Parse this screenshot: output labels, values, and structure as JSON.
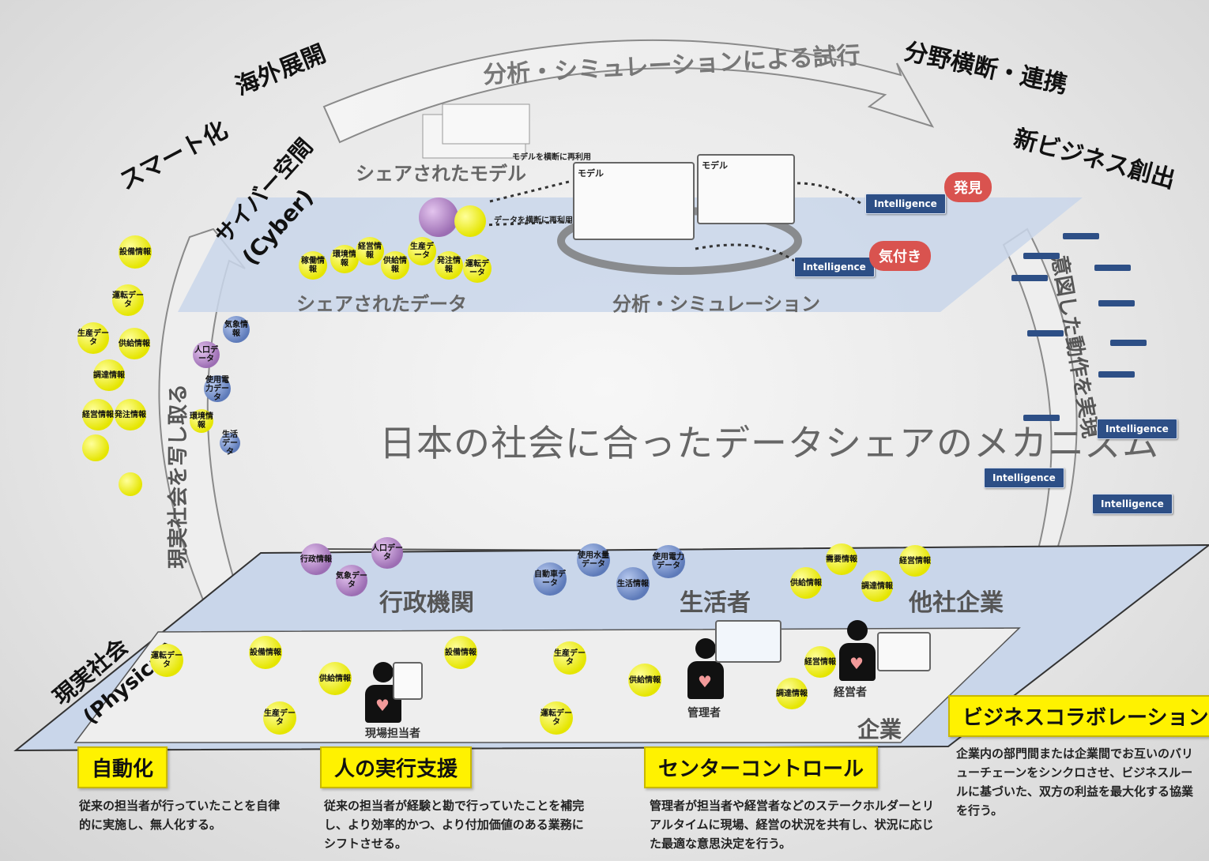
{
  "outer_labels": {
    "overseas": "海外展開",
    "smart": "スマート化",
    "cross_field": "分野横断・連携",
    "new_business": "新ビジネス創出"
  },
  "arc_top": "分析・シミュレーションによる試行",
  "cyber": {
    "label": "サイバー空間",
    "label_en": "(Cyber)"
  },
  "physical": {
    "label": "現実社会",
    "label_en": "(Physical)"
  },
  "left_arrow_label": "現実社会を写し取る",
  "right_arrow_label": "意図した動作を実現",
  "center_title": "日本の社会に合ったデータシェアのメカニズム",
  "cyber_plane": {
    "shared_model": "シェアされたモデル",
    "shared_data": "シェアされたデータ",
    "analysis": "分析・シミュレーション",
    "model_label": "モデル",
    "model_reuse": "モデルを横断に再利用",
    "data_reuse": "データを横断に再利用",
    "intelligence": "Intelligence",
    "discovery": "発見",
    "awareness": "気付き"
  },
  "cyber_bubbles": [
    "稼働情報",
    "環境情報",
    "経営情報",
    "供給情報",
    "生産データ",
    "発注情報",
    "運転データ"
  ],
  "left_bubbles": [
    "設備情報",
    "運転データ",
    "生産データ",
    "供給情報",
    "調達情報",
    "経営情報",
    "発注情報"
  ],
  "mid_bubbles": [
    "気象情報",
    "人口データ",
    "使用電力データ",
    "環境情報",
    "生活データ"
  ],
  "upper_plane": {
    "gov": "行政機関",
    "life": "生活者",
    "other": "他社企業",
    "gov_bubbles": [
      "行政情報",
      "人口データ",
      "気象データ"
    ],
    "life_bubbles": [
      "自動車データ",
      "使用水量データ",
      "生活情報",
      "使用電力データ"
    ],
    "other_bubbles": [
      "供給情報",
      "需要情報",
      "調達情報",
      "経営情報"
    ]
  },
  "lower_plane": {
    "bubbles_left": [
      "運転データ",
      "設備情報",
      "供給情報",
      "生産データ"
    ],
    "bubbles_mid": [
      "設備情報",
      "生産データ",
      "供給情報",
      "運転データ"
    ],
    "bubbles_right": [
      "経営情報",
      "調達情報"
    ],
    "field_person": "現場担当者",
    "manager": "管理者",
    "executive": "経営者",
    "company": "企業"
  },
  "boxes": [
    {
      "title": "自動化",
      "desc": "従来の担当者が行っていたことを自律的に実施し、無人化する。"
    },
    {
      "title": "人の実行支援",
      "desc": "従来の担当者が経験と勘で行っていたことを補完し、より効率的かつ、より付加価値のある業務にシフトさせる。"
    },
    {
      "title": "センターコントロール",
      "desc": "管理者が担当者や経営者などのステークホルダーとリアルタイムに現場、経営の状況を共有し、状況に応じた最適な意思決定を行う。"
    },
    {
      "title": "ビジネスコラボレーション",
      "desc": "企業内の部門間または企業間でお互いのバリューチェーンをシンクロさせ、ビジネスルールに基づいた、双方の利益を最大化する協業を行う。"
    }
  ],
  "colors": {
    "accent_yellow": "#fff200",
    "intelligence_blue": "#2d4f86",
    "callout_red": "#d9534f",
    "plane_blue": "#c9d6ea"
  }
}
